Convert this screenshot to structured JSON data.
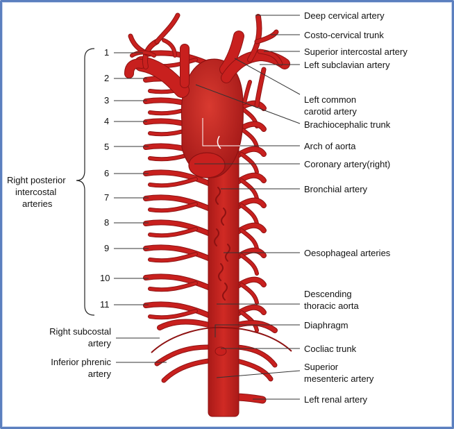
{
  "labels": {
    "deep_cervical": "Deep cervical artery",
    "costo_cervical": "Costo-cervical trunk",
    "superior_intercostal": "Superior intercostal artery",
    "left_subclavian": "Left subclavian artery",
    "left_common_carotid_1": "Left common",
    "left_common_carotid_2": "carotid artery",
    "brachiocephalic": "Brachiocephalic trunk",
    "arch_of_aorta": "Arch of aorta",
    "coronary_right": "Coronary artery(right)",
    "bronchial": "Bronchial artery",
    "oesophageal": "Oesophageal arteries",
    "descending_1": "Descending",
    "descending_2": "thoracic aorta",
    "diaphragm": "Diaphragm",
    "coeliac": "Cocliac trunk",
    "superior_mesenteric_1": "Superior",
    "superior_mesenteric_2": "mesenteric artery",
    "left_renal": "Left renal artery",
    "right_posterior_1": "Right posterior",
    "right_posterior_2": "intercostal",
    "right_posterior_3": "arteries",
    "right_subcostal_1": "Right subcostal",
    "right_subcostal_2": "artery",
    "inferior_phrenic_1": "Inferior phrenic",
    "inferior_phrenic_2": "artery"
  },
  "numbers": [
    "1",
    "2",
    "3",
    "4",
    "5",
    "6",
    "7",
    "8",
    "9",
    "10",
    "11"
  ],
  "colors": {
    "artery": "#c8201e",
    "artery_dark": "#8e1212",
    "frame": "#5b7fbf"
  }
}
